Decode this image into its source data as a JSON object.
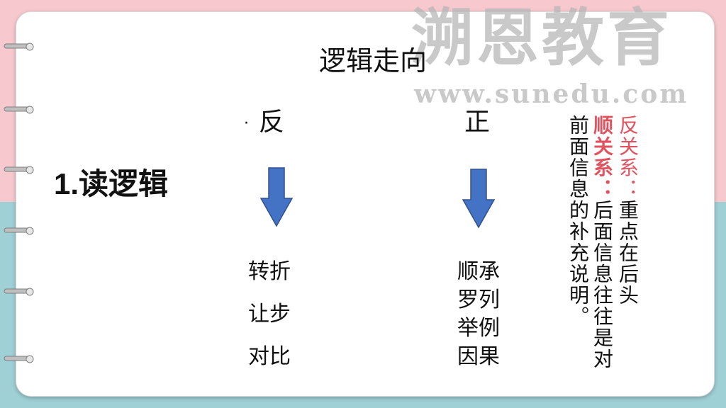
{
  "watermark": {
    "brand": "溯恩教育",
    "url": "www.sunedu.com"
  },
  "slide": {
    "title": "逻辑走向",
    "section_label": "1.读逻辑",
    "left": {
      "bullet": "·",
      "heading": "反",
      "items": [
        "转折",
        "让步",
        "对比"
      ]
    },
    "right": {
      "heading": "正",
      "items": [
        "顺承",
        "罗列",
        "举例",
        "因果"
      ]
    },
    "notes": {
      "col1_label": "反关系：",
      "col1_text": "重点在后头",
      "col2_label": "顺关系：",
      "col2_text": "后面信息往往是对",
      "col3_text": "前面信息的补充说明。"
    }
  },
  "colors": {
    "arrow": "#4472c4",
    "arrow_border": "#2f528f",
    "note_red": "#e0525d",
    "top_bg": "#f7c9cf",
    "bottom_bg": "#9fd0d6"
  }
}
